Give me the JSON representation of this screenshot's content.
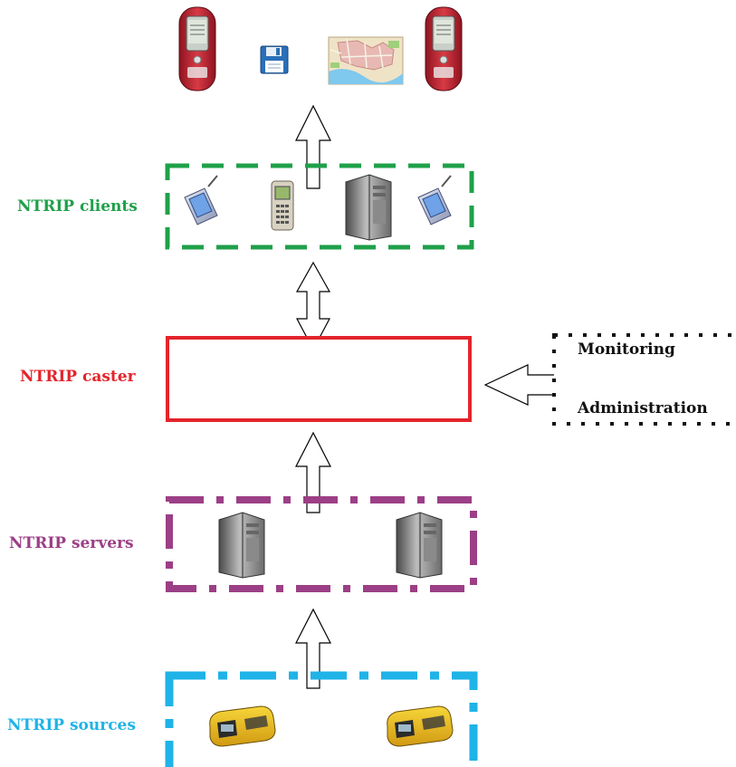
{
  "labels": {
    "clients": "NTRIP clients",
    "caster": "NTRIP caster",
    "servers": "NTRIP servers",
    "sources": "NTRIP sources",
    "monitoring": "Monitoring",
    "administration": "Administration"
  },
  "colors": {
    "clients": "#1fa04a",
    "caster": "#e3242b",
    "servers": "#9c3f86",
    "sources": "#1fb3e8",
    "admin": "#111111",
    "arrow_stroke": "#000000"
  },
  "icons": {
    "top_row": [
      "red-mobile-phone-icon",
      "floppy-disk-icon",
      "city-map-icon",
      "red-mobile-phone-icon"
    ],
    "clients": [
      "pda-stylus-icon",
      "cell-phone-icon",
      "server-tower-icon",
      "pda-stylus-icon"
    ],
    "servers": [
      "server-tower-icon",
      "server-tower-icon"
    ],
    "sources": [
      "gnss-receiver-icon",
      "gnss-receiver-icon"
    ]
  }
}
